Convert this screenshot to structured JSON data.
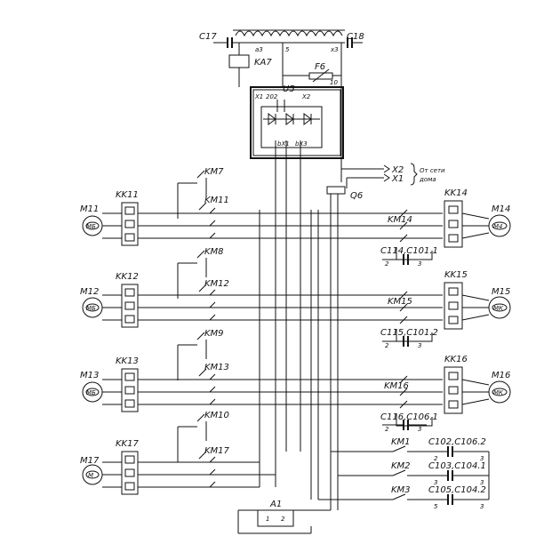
{
  "top": {
    "capacitor_left": "C17",
    "capacitor_right": "C18",
    "tap_a3": "a3",
    "tap_5": "5",
    "tap_x3": "x3",
    "relay": "KA7",
    "fuse": "F6",
    "fuse_mark": "10"
  },
  "u5": {
    "label": "U5",
    "pin_x1": "X1",
    "pin_202": "202",
    "pin_x2": "X2",
    "pin_bx1": "bX1",
    "pin_bx3": "bX3"
  },
  "network": {
    "x2": "X2",
    "x1": "X1",
    "caption_line1": "От сети",
    "caption_line2": "дома",
    "switch": "Q6"
  },
  "motors_left": [
    {
      "motor": "M11",
      "symbol": "МБ",
      "thermal": "KK11",
      "contactor_a": "KM7",
      "contactor_b": "KM11"
    },
    {
      "motor": "M12",
      "symbol": "МБ",
      "thermal": "KK12",
      "contactor_a": "KM8",
      "contactor_b": "KM12"
    },
    {
      "motor": "M13",
      "symbol": "МБ",
      "thermal": "KK13",
      "contactor_a": "KM9",
      "contactor_b": "KM13"
    },
    {
      "motor": "M17",
      "symbol": "М",
      "thermal": "KK17",
      "contactor_a": "KM10",
      "contactor_b": "KM17"
    }
  ],
  "motors_right": [
    {
      "motor": "M14",
      "symbol": "М4",
      "thermal": "KK14",
      "contactor": "KM14",
      "caps": "C114,C101.1"
    },
    {
      "motor": "M15",
      "symbol": "МК",
      "thermal": "KK15",
      "contactor": "KM15",
      "caps": "C115,C101.2"
    },
    {
      "motor": "M16",
      "symbol": "МК",
      "thermal": "KK16",
      "contactor": "KM16",
      "caps": "C116,C106.1"
    }
  ],
  "cap_terminals": [
    "2",
    "3"
  ],
  "bottom_contactors": [
    {
      "contactor": "KM1",
      "caps": "C102,C106.2",
      "t_left": "2",
      "t_right": "3"
    },
    {
      "contactor": "KM2",
      "caps": "C103,C104.1",
      "t_left": "3",
      "t_right": "3"
    },
    {
      "contactor": "KM3",
      "caps": "C105,C104.2",
      "t_left": "5",
      "t_right": "3"
    }
  ],
  "a1": {
    "label": "A1",
    "pin1": "1",
    "pin2": "2"
  }
}
